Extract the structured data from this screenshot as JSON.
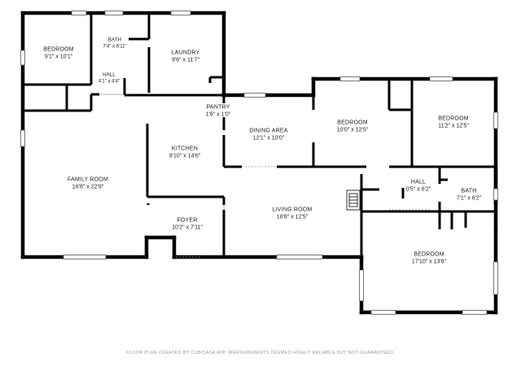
{
  "rooms": {
    "bedroom_1": {
      "name": "BEDROOM",
      "dims": "9'1\" x 10'1\""
    },
    "bath_1": {
      "name": "BATH",
      "dims": "7'4\" x 6'11\""
    },
    "laundry": {
      "name": "LAUNDRY",
      "dims": "9'6\" x 11'7\""
    },
    "hall_1": {
      "name": "HALL",
      "dims": "4'1\" x 4'4\""
    },
    "pantry": {
      "name": "PANTRY",
      "dims": "1'6\" x 1'0\""
    },
    "dining": {
      "name": "DINING AREA",
      "dims": "12'1\" x 10'0\""
    },
    "bedroom_2": {
      "name": "BEDROOM",
      "dims": "10'0\" x 12'5\""
    },
    "bedroom_3": {
      "name": "BEDROOM",
      "dims": "11'2\" x 12'5\""
    },
    "kitchen": {
      "name": "KITCHEN",
      "dims": "9'10\" x 14'6\""
    },
    "family": {
      "name": "FAMILY ROOM",
      "dims": "16'8\" x 22'9\""
    },
    "hall_2": {
      "name": "HALL",
      "dims": "0'5\" x 6'2\""
    },
    "bath_2": {
      "name": "BATH",
      "dims": "7'1\" x 6'2\""
    },
    "living": {
      "name": "LIVING ROOM",
      "dims": "18'8\" x 12'5\""
    },
    "foyer": {
      "name": "FOYER",
      "dims": "10'2\" x 7'11\""
    },
    "bedroom_4": {
      "name": "BEDROOM",
      "dims": "17'10\" x 13'8\""
    }
  },
  "footer": "FLOOR PLAN CREATED BY CUBICASA APP. MEASUREMENTS DEEMED HIGHLY RELIABLE BUT NOT GUARANTEED."
}
